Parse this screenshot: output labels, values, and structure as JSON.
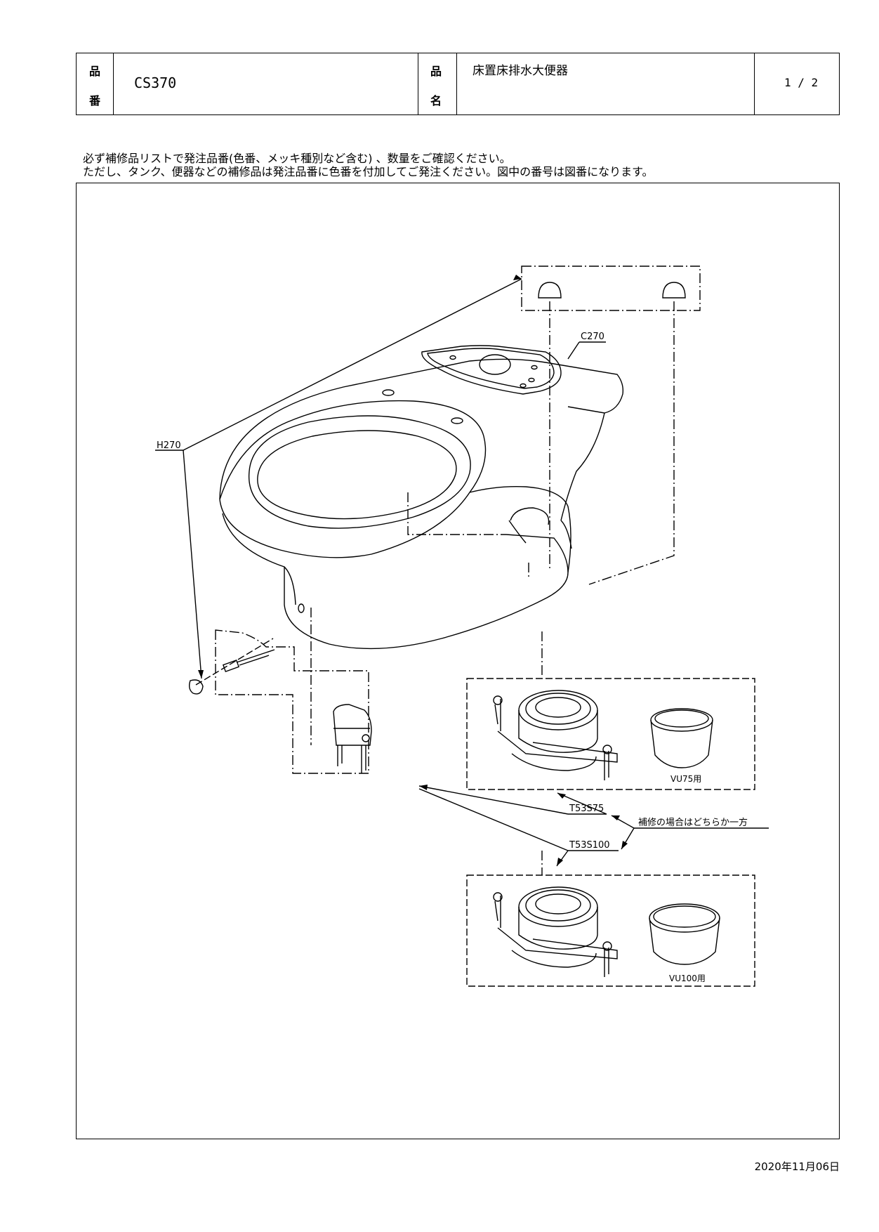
{
  "header": {
    "part_number_label_1": "品",
    "part_number_label_2": "番",
    "part_number": "CS370",
    "part_name_label_1": "品",
    "part_name_label_2": "名",
    "part_name": "床置床排水大便器",
    "page": "1 / 2"
  },
  "notes": [
    "必ず補修品リストで発注品番(色番、メッキ種別など含む) 、数量をご確認ください。",
    "ただし、タンク、便器などの補修品は発注品番に色番を付加してご発注ください。図中の番号は図番になります。"
  ],
  "callouts": {
    "c270": "C270",
    "h270": "H270",
    "t53s75": "T53S75",
    "t53s100": "T53S100",
    "either_note": "補修の場合はどちらか一方",
    "vu75": "VU75用",
    "vu100": "VU100用"
  },
  "date": "2020年11月06日"
}
